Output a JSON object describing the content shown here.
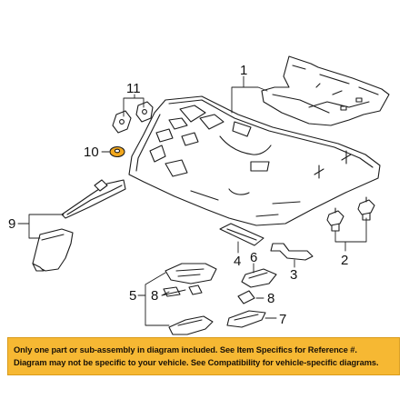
{
  "diagram": {
    "callouts": {
      "c1": "1",
      "c2": "2",
      "c3": "3",
      "c4": "4",
      "c5": "5",
      "c6": "6",
      "c7": "7",
      "c8a": "8",
      "c8b": "8",
      "c9": "9",
      "c10": "10",
      "c11": "11"
    }
  },
  "notice": {
    "line1": "Only one part or sub-assembly in diagram included. See Item Specifics for Reference #.",
    "line2": "Diagram may not be specific to your vehicle. See Compatibility for vehicle-specific diagrams."
  },
  "colors": {
    "notice_bg": "#f6b833",
    "part10_fill": "#f2a81e",
    "line": "#1c1c1c"
  }
}
